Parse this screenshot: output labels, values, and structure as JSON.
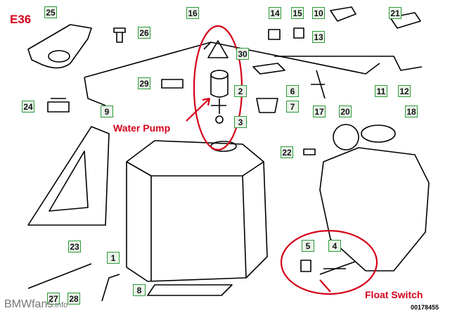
{
  "diagram": {
    "title": "E36",
    "title_color": "#d4001a",
    "label_border_color": "#2e9a3a",
    "annotation_color": "#d4001a",
    "part_numbers": [
      "25",
      "26",
      "16",
      "14",
      "15",
      "10",
      "21",
      "13",
      "30",
      "29",
      "2",
      "6",
      "11",
      "12",
      "24",
      "9",
      "3",
      "7",
      "17",
      "20",
      "18",
      "22",
      "23",
      "1",
      "5",
      "4",
      "27",
      "28",
      "8"
    ],
    "annotations": {
      "water_pump": "Water Pump",
      "float_switch": "Float Switch"
    }
  },
  "watermark": {
    "brand": "BMWfans",
    "suffix": ".info",
    "code": "00178455"
  }
}
